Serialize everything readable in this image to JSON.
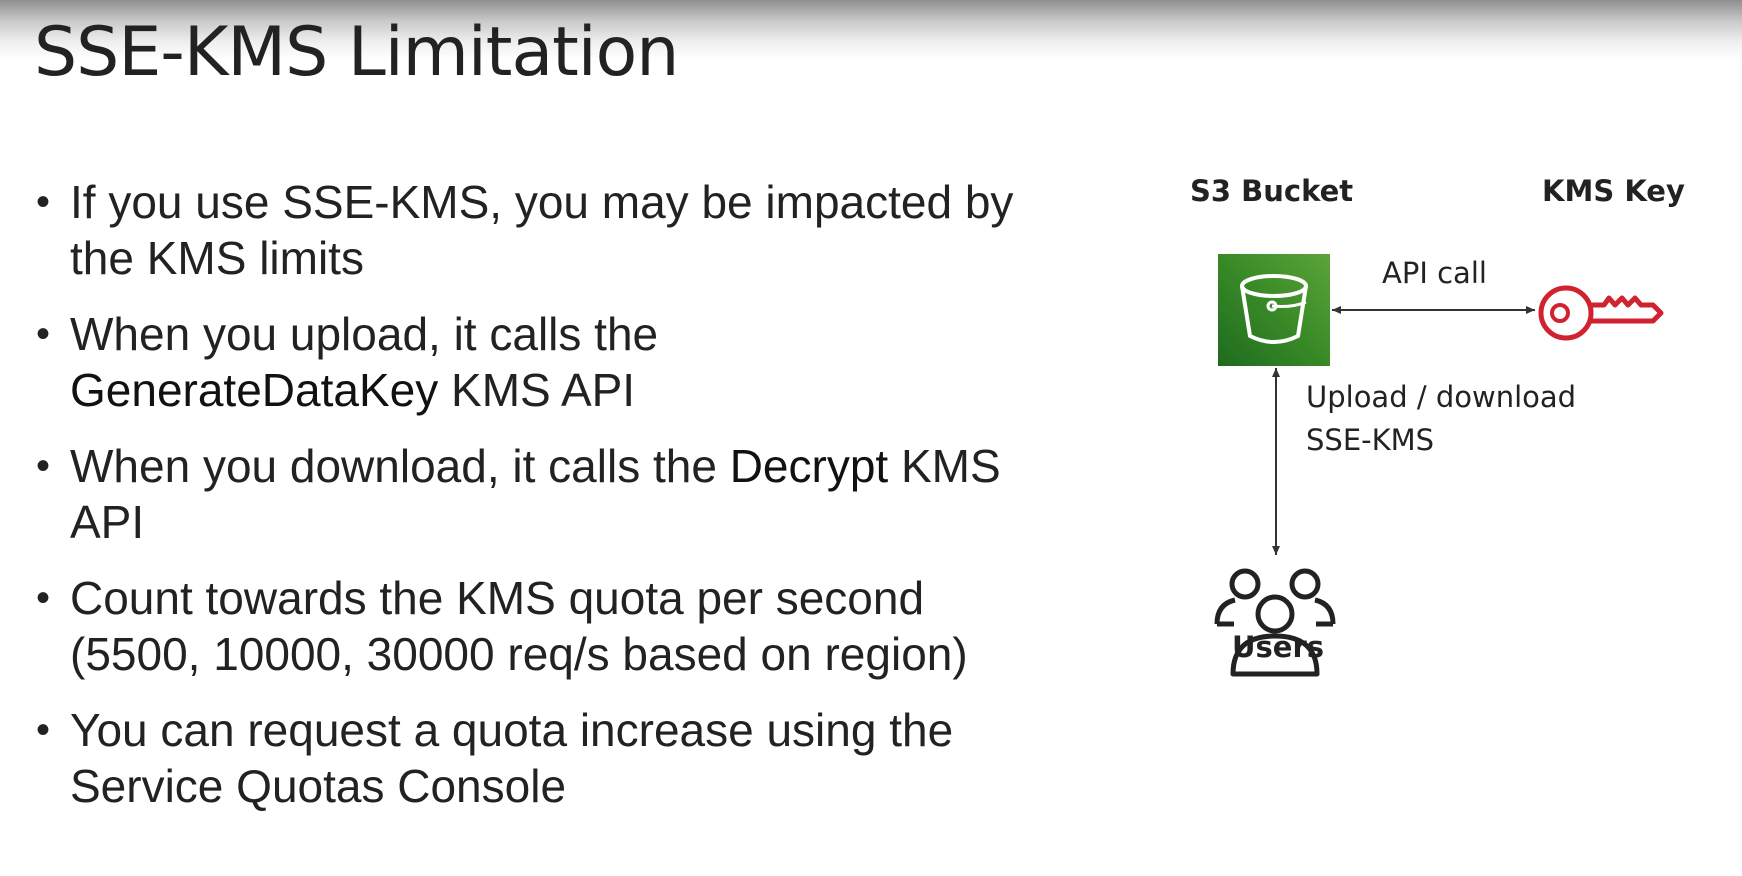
{
  "slide": {
    "title": "SSE-KMS Limitation"
  },
  "bullets": [
    {
      "text": "If you use SSE-KMS, you may be impacted by the KMS limits"
    },
    {
      "before": "When you upload, it calls the ",
      "emphasis": "GenerateDataKey",
      "after": " KMS API"
    },
    {
      "before": "When you download, it calls the ",
      "emphasis": "Decrypt",
      "after": " KMS API"
    },
    {
      "text": "Count towards the KMS quota per second (5500, 10000, 30000 req/s based on region)"
    },
    {
      "text": "You can request a quota increase using the Service Quotas Console"
    }
  ],
  "diagram": {
    "bucket_label": "S3 Bucket",
    "key_label": "KMS Key",
    "api_call_label": "API call",
    "upload_line1": "Upload / download",
    "upload_line2": "SSE-KMS",
    "users_label": "Users",
    "bucket_icon": "s3-bucket-icon",
    "key_icon": "key-icon",
    "users_icon": "users-icon",
    "colors": {
      "bucket_green": "#3c8c28",
      "key_red": "#d0232f",
      "arrow": "#333333"
    }
  }
}
